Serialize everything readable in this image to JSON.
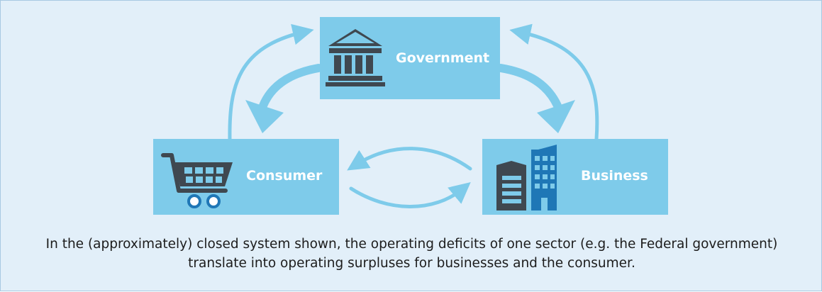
{
  "diagram": {
    "nodes": [
      {
        "id": "government",
        "label": "Government",
        "icon": "government-building-icon"
      },
      {
        "id": "consumer",
        "label": "Consumer",
        "icon": "shopping-cart-icon"
      },
      {
        "id": "business",
        "label": "Business",
        "icon": "office-buildings-icon"
      }
    ],
    "edges": [
      {
        "from": "consumer",
        "to": "government"
      },
      {
        "from": "government",
        "to": "consumer"
      },
      {
        "from": "business",
        "to": "government"
      },
      {
        "from": "government",
        "to": "business"
      },
      {
        "from": "business",
        "to": "consumer"
      },
      {
        "from": "consumer",
        "to": "business"
      }
    ],
    "caption": "In the (approximately) closed system shown, the operating deficits of one sector (e.g. the Federal government) translate into operating surpluses for businesses and the consumer.",
    "colors": {
      "background": "#e2eff9",
      "border": "#a8c9e2",
      "box": "#7ecbea",
      "arrow": "#7ecbea",
      "icon_dark": "#3f4850",
      "icon_blue": "#1f77b6"
    }
  }
}
